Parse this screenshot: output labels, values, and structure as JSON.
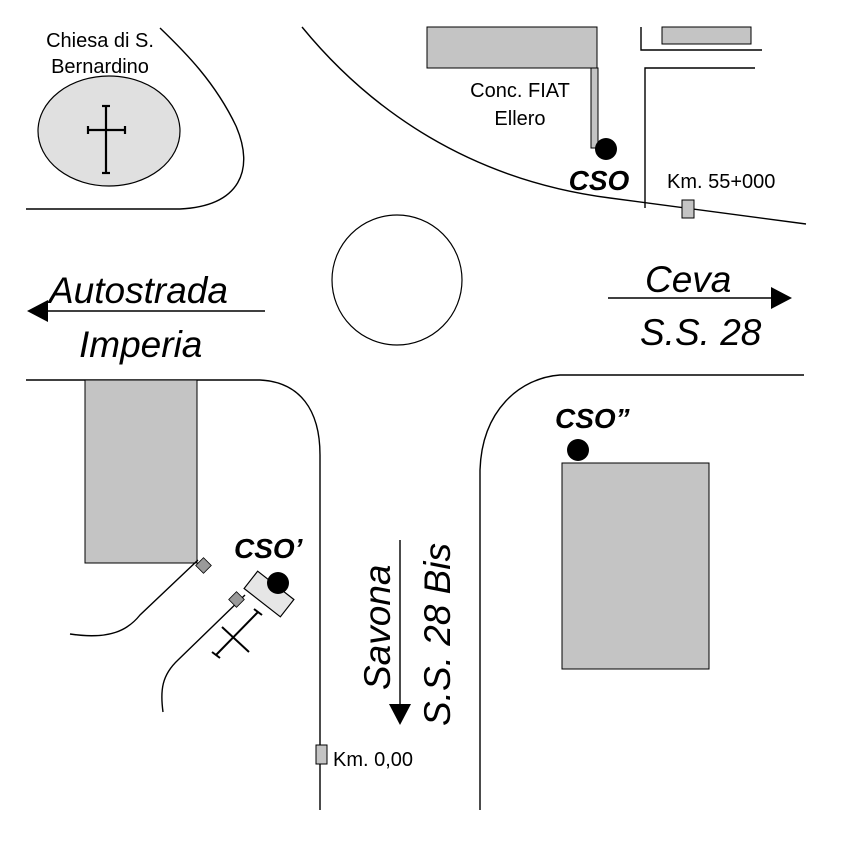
{
  "labels": {
    "church": [
      "Chiesa di S.",
      "Bernardino"
    ],
    "dealer": [
      "Conc. FIAT",
      "Ellero"
    ],
    "km_north": "Km. 55+000",
    "km_south": "Km. 0,00",
    "west_1": "Autostrada",
    "west_2": "Imperia",
    "east_1": "Ceva",
    "east_2": "S.S. 28",
    "south_1": "Savona",
    "south_2": "S.S. 28 Bis"
  },
  "markers": {
    "north": "CSO",
    "southwest": "CSO’",
    "southeast": "CSO”"
  },
  "icons": [
    "cross-icon",
    "arrow-left-icon",
    "arrow-right-icon",
    "arrow-down-icon",
    "road-marker-icon",
    "location-dot-icon"
  ]
}
